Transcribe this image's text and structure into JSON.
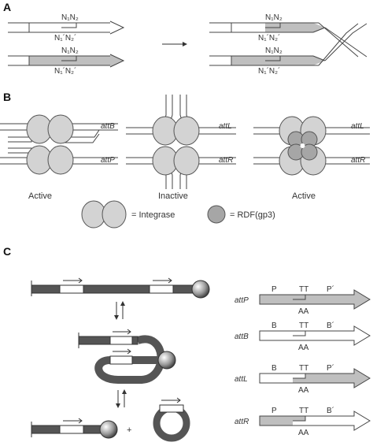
{
  "panels": {
    "a": "A",
    "b": "B",
    "c": "C"
  },
  "panel_a": {
    "top_left": {
      "upper": "N₁N₂",
      "lower": "N₁´N₂´"
    },
    "bottom_left": {
      "upper": "N₁N₂",
      "lower": "N₁´N₂´"
    },
    "top_right": {
      "upper": "N₁N₂",
      "lower": "N₁´N₂´"
    },
    "bottom_right": {
      "upper": "N₁N₂",
      "lower": "N₁´N₂´"
    }
  },
  "panel_b": {
    "complex1": {
      "site_top": "attB",
      "site_bottom": "attP",
      "state": "Active"
    },
    "complex2": {
      "site_top": "attL",
      "site_bottom": "attR",
      "state": "Inactive"
    },
    "complex3": {
      "site_top": "attL",
      "site_bottom": "attR",
      "state": "Active"
    },
    "legend": {
      "integrase": "= Integrase",
      "rdf": "= RDF(gp3)"
    }
  },
  "panel_c": {
    "sites": [
      {
        "name": "attP",
        "left": "P",
        "core_top": "TT",
        "right": "P´",
        "core_bottom": "AA"
      },
      {
        "name": "attB",
        "left": "B",
        "core_top": "TT",
        "right": "B´",
        "core_bottom": "AA"
      },
      {
        "name": "attL",
        "left": "B",
        "core_top": "TT",
        "right": "P´",
        "core_bottom": "AA"
      },
      {
        "name": "attR",
        "left": "P",
        "core_top": "TT",
        "right": "B´",
        "core_bottom": "AA"
      }
    ],
    "plus": "+"
  },
  "colors": {
    "integrase": "#d3d3d3",
    "rdf": "#a6a6a6",
    "dna_dark": "#555555",
    "shade": "#bfbfbf",
    "line": "#444444"
  }
}
